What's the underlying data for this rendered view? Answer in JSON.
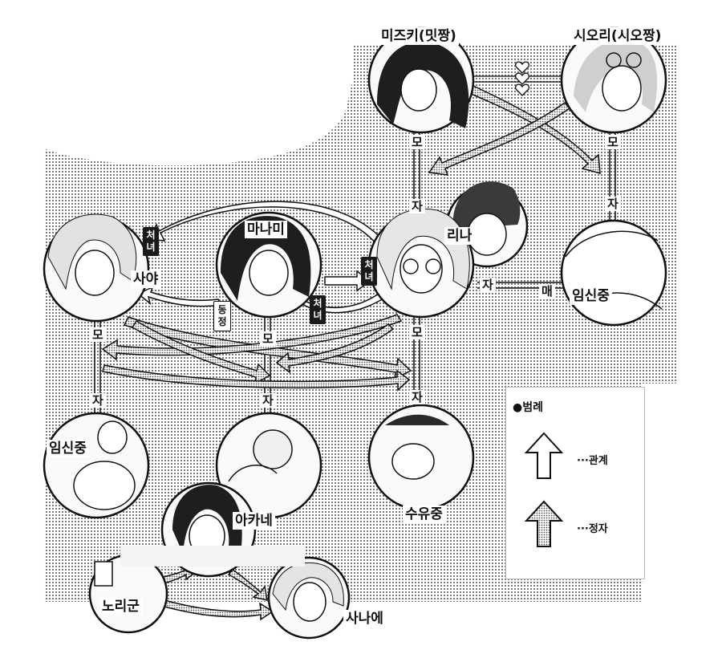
{
  "characters": {
    "mizuki": "미즈키(밋짱)",
    "shiori": "시오리(시오짱)",
    "rina": "리나",
    "manami": "마나미",
    "saya": "사야",
    "pregnant_right": "임신중",
    "pregnant_left": "임신중",
    "nursing": "수유중",
    "akane": "아카네",
    "norikun": "노리군",
    "sanae": "사나에"
  },
  "relations": {
    "mo": "모",
    "ja": "자",
    "mae": "매"
  },
  "tags": {
    "virgin": "처녀",
    "virgin_short": "처녀",
    "virgin_saya": "처녀",
    "dongjeong": "동정"
  },
  "legend": {
    "title": "●범례",
    "relation_label": "···관계",
    "sperm_label": "···정자"
  }
}
